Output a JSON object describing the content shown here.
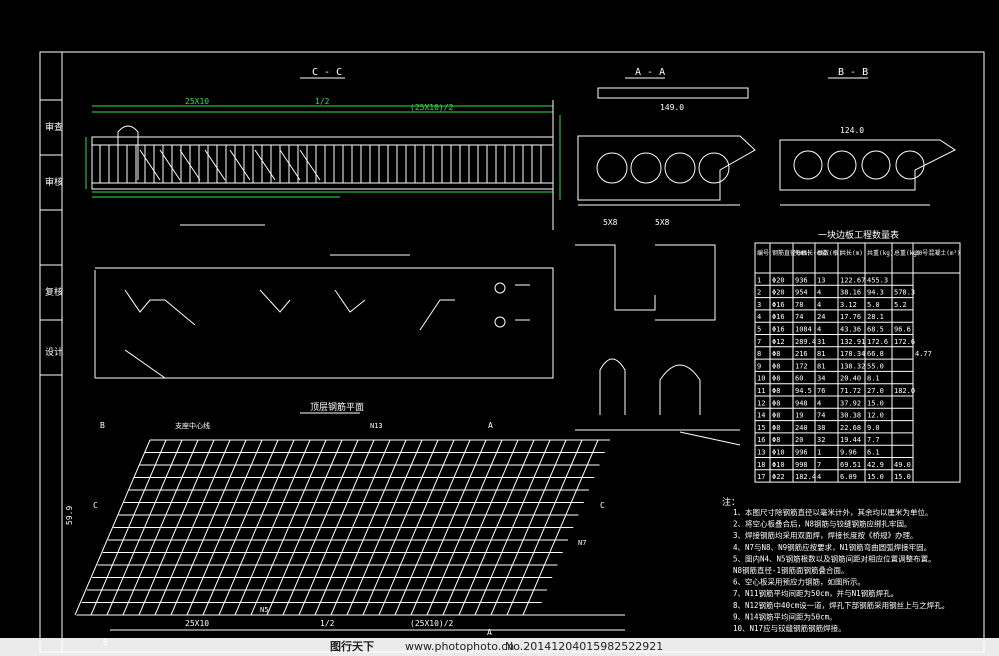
{
  "titles": {
    "cc": "C - C",
    "aa": "A - A",
    "bb": "B - B",
    "plan": "顶层钢筋平面",
    "table": "一块边板工程数量表"
  },
  "side_labels": [
    "审查",
    "审核",
    "复核",
    "设计"
  ],
  "dims": {
    "top_half": "1/2",
    "top_right": "(25X10)/2",
    "top_left": "25X10",
    "aa_total": "149.0",
    "bb_total": "124.0",
    "aa_bottom": "5X8",
    "aa_bottom2": "5X8",
    "plan_side": "59.9",
    "plan_bot1": "25X10",
    "plan_bot2": "1/2",
    "plan_bot3": "(25X10)/2"
  },
  "plan_labels": {
    "center": "支座中心线",
    "n13": "N13",
    "n7": "N7",
    "b1": "B",
    "b2": "B",
    "a1": "A",
    "a2": "A",
    "c1": "C",
    "c2": "C",
    "n5": "N5"
  },
  "table": {
    "headers": [
      "编号",
      "钢筋直径(mm)",
      "每根长(cm)",
      "根数(根)",
      "共长(m)",
      "共重(kg)",
      "总重(kg)",
      "30号混凝土(m³)"
    ],
    "rows": [
      [
        "1",
        "Φ20",
        "936",
        "13",
        "122.67",
        "455.3",
        "",
        ""
      ],
      [
        "2",
        "Φ20",
        "954",
        "4",
        "38.16",
        "94.3",
        "578.3",
        ""
      ],
      [
        "3",
        "Φ16",
        "78",
        "4",
        "3.12",
        "5.0",
        "5.2",
        ""
      ],
      [
        "4",
        "Φ16",
        "74",
        "24",
        "17.76",
        "28.1",
        "",
        ""
      ],
      [
        "5",
        "Φ16",
        "1084",
        "4",
        "43.36",
        "68.5",
        "96.6",
        ""
      ],
      [
        "7",
        "Φ12",
        "289.4",
        "31",
        "132.91",
        "172.6",
        "172.6",
        ""
      ],
      [
        "8",
        "Φ8",
        "216",
        "81",
        "178.34",
        "66.8",
        "",
        "4.77"
      ],
      [
        "9",
        "Φ8",
        "172",
        "81",
        "138.32",
        "55.0",
        "",
        ""
      ],
      [
        "10",
        "Φ8",
        "60",
        "34",
        "20.40",
        "8.1",
        "",
        ""
      ],
      [
        "11",
        "Φ8",
        "94.5",
        "76",
        "71.72",
        "27.0",
        "182.0",
        ""
      ],
      [
        "12",
        "Φ8",
        "948",
        "4",
        "37.92",
        "15.0",
        "",
        ""
      ],
      [
        "14",
        "Φ8",
        "19",
        "74",
        "30.38",
        "12.0",
        "",
        ""
      ],
      [
        "15",
        "Φ8",
        "240",
        "38",
        "22.68",
        "9.0",
        "",
        ""
      ],
      [
        "16",
        "Φ8",
        "20",
        "32",
        "19.44",
        "7.7",
        "",
        ""
      ],
      [
        "13",
        "Φ10",
        "996",
        "1",
        "9.96",
        "6.1",
        "",
        ""
      ],
      [
        "18",
        "Φ10",
        "998",
        "7",
        "69.51",
        "42.9",
        "49.0",
        ""
      ],
      [
        "17",
        "Φ22",
        "182.4",
        "4",
        "6.09",
        "15.0",
        "15.0",
        ""
      ]
    ]
  },
  "notes_title": "注：",
  "notes": [
    "1、本图尺寸除钢筋直径以毫米计外，其余均以厘米为单位。",
    "2、将空心板叠合后，N8钢筋与铰缝钢筋应绑扎牢固。",
    "3、焊接钢筋均采用双面焊，焊接长度按《桥规》办理。",
    "4、N7与N8、N9钢筋应按要求，N1钢筋弯曲圆弧焊接牢固。",
    "5、图内N4、N5钢筋根数以及钢筋间距对相应位置调整布置。",
    "   N8钢筋直径-1钢筋面钢筋叠合面。",
    "6、空心板采用预应力钢筋，如图所示。",
    "7、N11钢筋平均间距为50cm，并与N1钢筋焊孔。",
    "8、N12钢筋中40cm设一道，焊孔下部钢筋采用钢丝上与之焊孔。",
    "9、N14钢筋平均间距为50cm。",
    "10、N17应与铰缝钢筋钢筋焊接。"
  ],
  "watermark": {
    "brand": "图行天下",
    "url": "www.photophoto.cn",
    "no": "No.20141204015982522921"
  }
}
